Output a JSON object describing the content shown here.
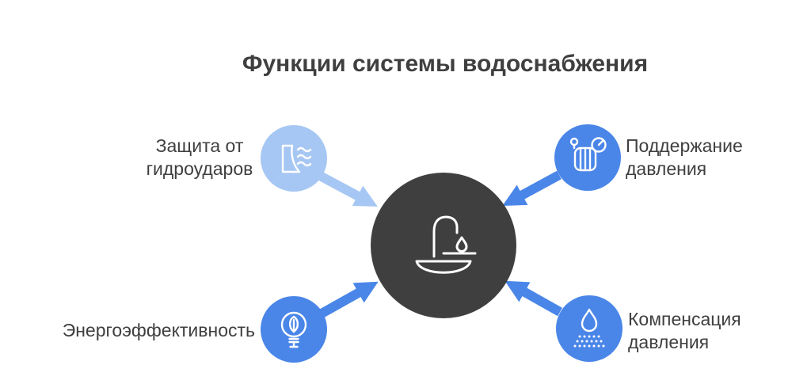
{
  "title": "Функции системы водоснабжения",
  "colors": {
    "light_blue": "#a6c7f3",
    "blue": "#4a86e8",
    "center_dark": "#3f3f3f",
    "icon_stroke": "#ffffff",
    "text": "#3f3f3f"
  },
  "center": {
    "icon": "faucet-sink-icon"
  },
  "nodes": [
    {
      "position": "top-left",
      "label": "Защита от\nгидроударов",
      "icon": "dam-water-waves-icon",
      "color": "#a6c7f3"
    },
    {
      "position": "top-right",
      "label": "Поддержание\nдавления",
      "icon": "pressure-tank-gauge-icon",
      "color": "#4a86e8"
    },
    {
      "position": "bottom-left",
      "label": "Энергоэффективность",
      "icon": "eco-lightbulb-leaf-icon",
      "color": "#4a86e8"
    },
    {
      "position": "bottom-right",
      "label": "Компенсация\nдавления",
      "icon": "water-drop-spray-icon",
      "color": "#4a86e8"
    }
  ]
}
